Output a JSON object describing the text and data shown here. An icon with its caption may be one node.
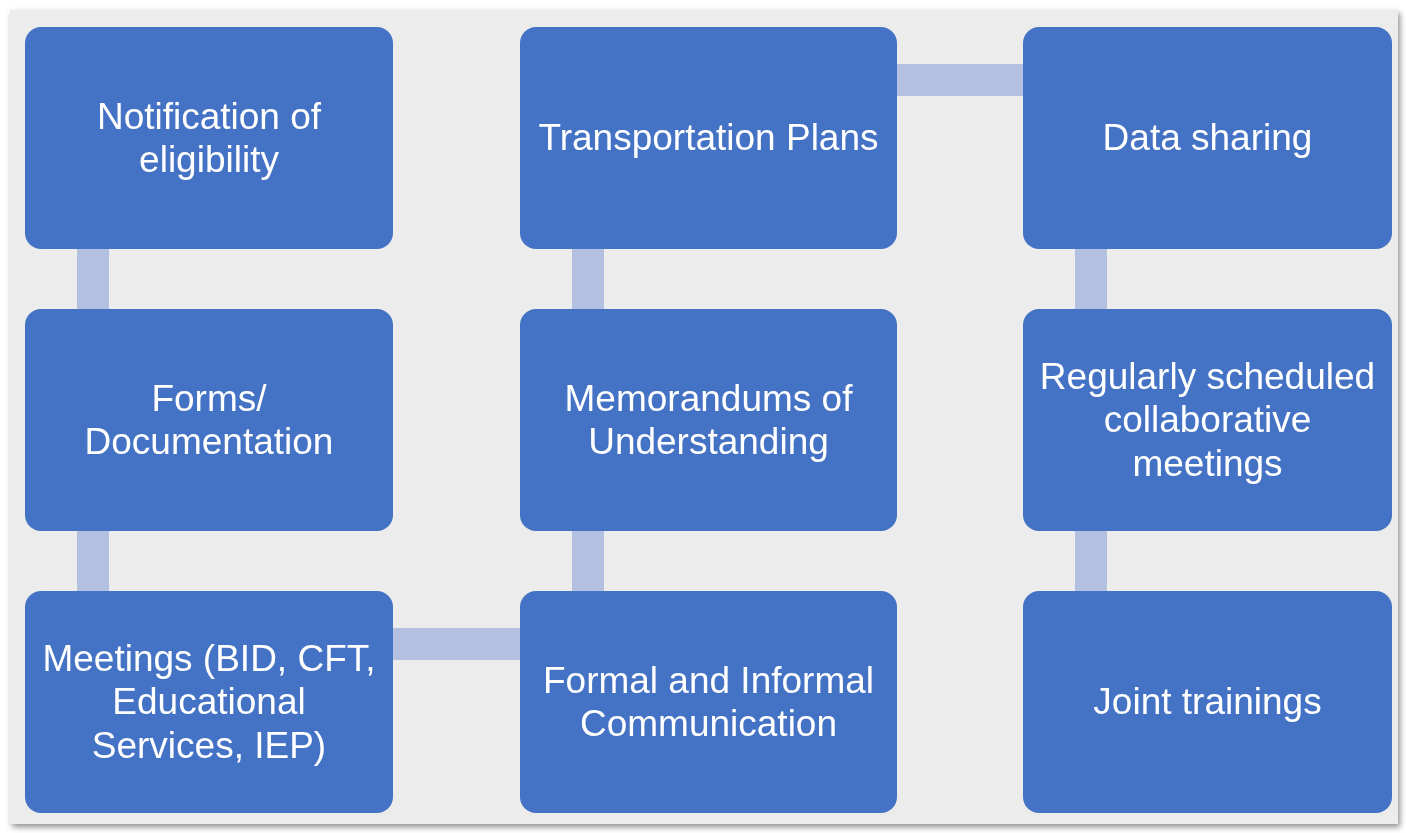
{
  "diagram": {
    "nodes": [
      {
        "text": [
          "Notification of eligibility"
        ]
      },
      {
        "text": [
          "Transportation Plans"
        ]
      },
      {
        "text": [
          "Data sharing"
        ]
      },
      {
        "text": [
          "Forms/ Documentation"
        ]
      },
      {
        "text": [
          "Memorandums of Understanding"
        ]
      },
      {
        "text": [
          "Regularly scheduled collaborative meetings"
        ]
      },
      {
        "text": [
          "Meetings (BID, CFT, Educational Services, IEP)"
        ]
      },
      {
        "text": [
          "Formal and Informal Communication"
        ]
      },
      {
        "text": [
          "Joint trainings"
        ]
      }
    ],
    "edges": [
      {
        "from": 0,
        "to": 3,
        "arrow": "none"
      },
      {
        "from": 3,
        "to": 6,
        "arrow": "none"
      },
      {
        "from": 6,
        "to": 7,
        "arrow": "none"
      },
      {
        "from": 7,
        "to": 4,
        "arrow": "none"
      },
      {
        "from": 4,
        "to": 1,
        "arrow": "none"
      },
      {
        "from": 1,
        "to": 2,
        "arrow": "none"
      },
      {
        "from": 2,
        "to": 5,
        "arrow": "none"
      },
      {
        "from": 5,
        "to": 8,
        "arrow": "none"
      }
    ]
  }
}
